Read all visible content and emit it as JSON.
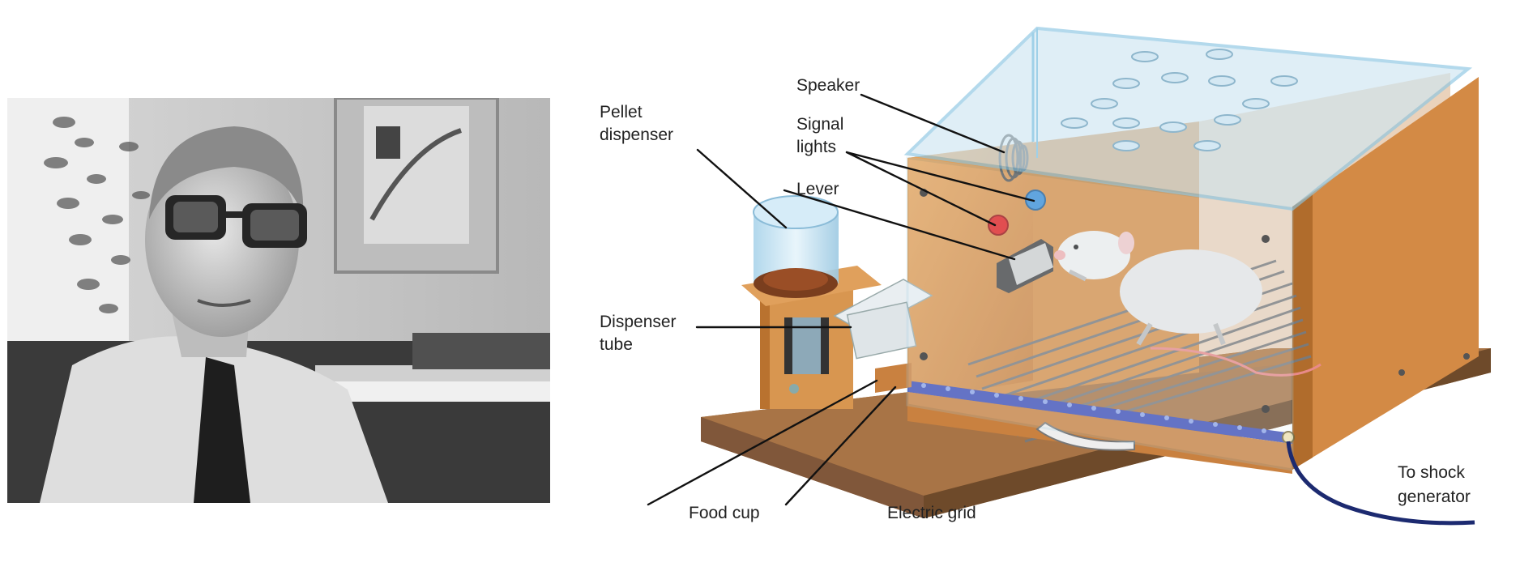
{
  "labels": {
    "speaker": "Speaker",
    "signal_lights": [
      "Signal",
      "lights"
    ],
    "lever": "Lever",
    "pellet_dispenser": [
      "Pellet",
      "dispenser"
    ],
    "dispenser_tube": [
      "Dispenser",
      "tube"
    ],
    "food_cup": "Food cup",
    "electric_grid": "Electric grid",
    "to_shock_generator": [
      "To shock",
      "generator"
    ]
  },
  "colors": {
    "box_wood": "#d9914a",
    "box_wood_dark": "#b9722f",
    "base_wood": "#9a6a3e",
    "acrylic": "#cfe6f2",
    "grid_strip": "#3f4fb6",
    "light_red": "#e02020",
    "light_blue": "#3b8fd8",
    "cable": "#1c2a70"
  }
}
